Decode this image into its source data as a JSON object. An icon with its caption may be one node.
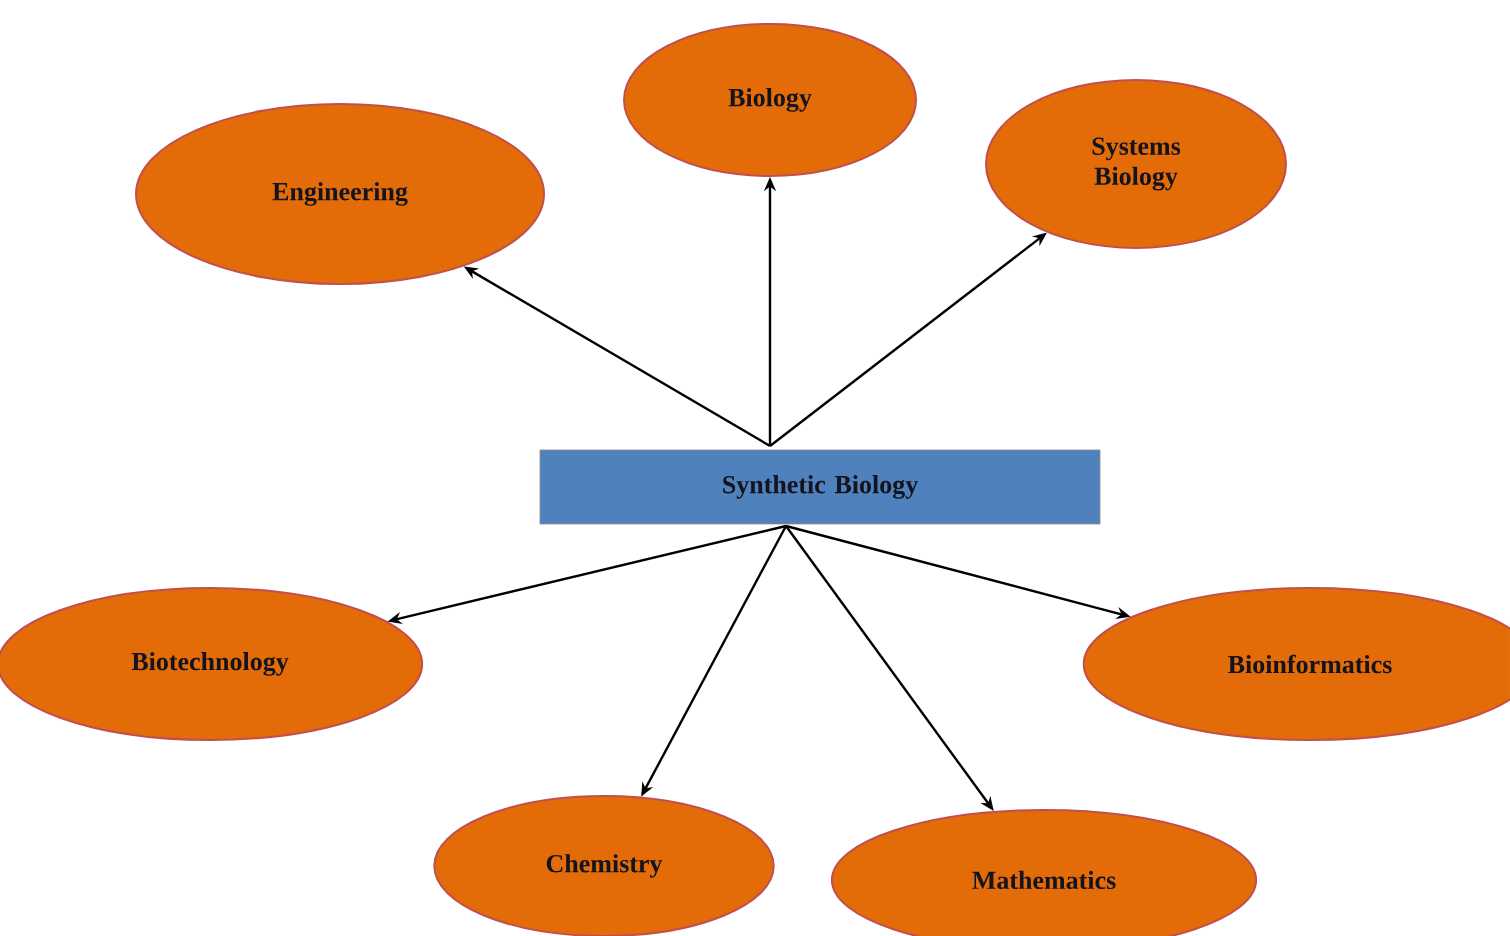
{
  "diagram": {
    "nodes": [
      {
        "text": [
          "Engineering"
        ]
      },
      {
        "text": [
          "Biology"
        ]
      },
      {
        "text": [
          "Systems Biology"
        ]
      },
      {
        "text": [
          "Synthetic Biology"
        ]
      },
      {
        "text": [
          "Biotechnology"
        ]
      },
      {
        "text": [
          "Bioinformatics"
        ]
      },
      {
        "text": [
          "Chemistry"
        ]
      },
      {
        "text": [
          "Mathematics"
        ]
      }
    ],
    "edges": [
      {
        "from": 3,
        "to": 0,
        "arrow": "to"
      },
      {
        "from": 3,
        "to": 1,
        "arrow": "to"
      },
      {
        "from": 3,
        "to": 2,
        "arrow": "to"
      },
      {
        "from": 3,
        "to": 4,
        "arrow": "to"
      },
      {
        "from": 3,
        "to": 5,
        "arrow": "to"
      },
      {
        "from": 3,
        "to": 6,
        "arrow": "to"
      },
      {
        "from": 3,
        "to": 7,
        "arrow": "to"
      }
    ]
  }
}
